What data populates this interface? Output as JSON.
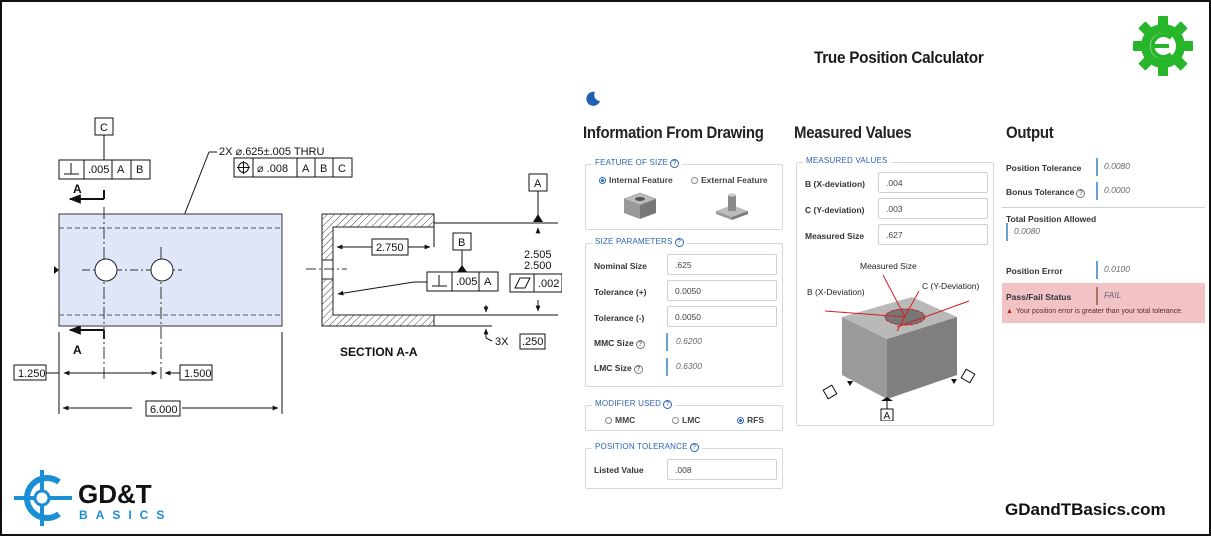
{
  "calculator": {
    "title": "True Position Calculator",
    "theme_icon": "moon-icon"
  },
  "drawing": {
    "datum_c": "C",
    "datum_a_left": "A",
    "datum_b": "B",
    "datum_a_right": "A",
    "fcf_top_perp_value": ".005",
    "fcf_top_perp_datum1": "A",
    "fcf_top_perp_datum2": "B",
    "hole_callout": "2X ⌀.625±.005 THRU",
    "fcf_pos_value": "⌀ .008",
    "fcf_pos_d1": "A",
    "fcf_pos_d2": "B",
    "fcf_pos_d3": "C",
    "section_arrow_top": "A",
    "section_arrow_bottom": "A",
    "dim_left": "1.250",
    "dim_spacing": "1.500",
    "dim_length": "6.000",
    "section_label": "SECTION A-A",
    "dim_depth": "2.750",
    "fcf_sec_perp_value": ".005",
    "fcf_sec_perp_datum": "A",
    "dim_height_max": "2.505",
    "dim_height_min": "2.500",
    "fcf_flat_value": ".002",
    "dim_wall": "3X",
    "dim_wall_value": ".250"
  },
  "columns": {
    "info": "Information From Drawing",
    "measured": "Measured Values",
    "output": "Output"
  },
  "feature_of_size": {
    "legend": "FEATURE OF SIZE",
    "options": [
      "Internal Feature",
      "External Feature"
    ],
    "selected": "Internal Feature"
  },
  "size_parameters": {
    "legend": "SIZE PARAMETERS",
    "nominal_label": "Nominal Size",
    "nominal_value": ".625",
    "tol_plus_label": "Tolerance (+)",
    "tol_plus_value": "0.0050",
    "tol_minus_label": "Tolerance (-)",
    "tol_minus_value": "0.0050",
    "mmc_label": "MMC Size",
    "mmc_value": "0.6200",
    "lmc_label": "LMC Size",
    "lmc_value": "0.6300"
  },
  "modifier": {
    "legend": "MODIFIER USED",
    "options": [
      "MMC",
      "LMC",
      "RFS"
    ],
    "selected": "RFS"
  },
  "position_tolerance": {
    "legend": "POSITION TOLERANCE",
    "listed_label": "Listed Value",
    "listed_value": ".008"
  },
  "measured_values": {
    "legend": "MEASURED VALUES",
    "bx_label": "B (X-deviation)",
    "bx_value": ".004",
    "cy_label": "C (Y-deviation)",
    "cy_value": ".003",
    "size_label": "Measured Size",
    "size_value": ".627",
    "diagram_size_label": "Measured Size",
    "diagram_bx_label": "B (X-Deviation)",
    "diagram_cy_label": "C (Y-Deviation)",
    "diagram_datum_a": "A"
  },
  "output": {
    "position_tolerance_label": "Position Tolerance",
    "position_tolerance_value": "0.0080",
    "bonus_tolerance_label": "Bonus Tolerance",
    "bonus_tolerance_value": "0.0000",
    "total_allowed_label": "Total Position Allowed",
    "total_allowed_value": "0.0080",
    "position_error_label": "Position Error",
    "position_error_value": "0.0100",
    "status_label": "Pass/Fail Status",
    "status_value": "FAIL",
    "status_message": "Your position error is greater than your total tolerance."
  },
  "branding": {
    "logo_top": "GD&T",
    "logo_bottom": "BASICS",
    "url": "GDandTBasics.com"
  },
  "colors": {
    "accent": "#2f63b3",
    "fail_bg": "#f2c3c5",
    "gear": "#27b52a",
    "logo_blue": "#1a8fd6",
    "part_fill": "#dfe6f7"
  }
}
